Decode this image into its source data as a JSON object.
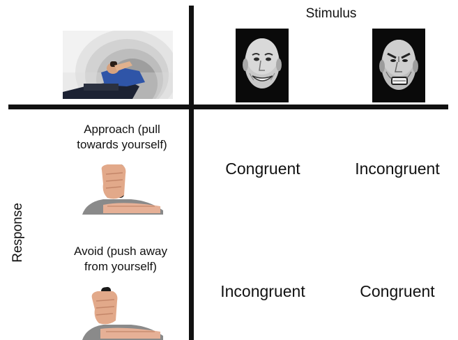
{
  "stimulus_label": "Stimulus",
  "response_label": "Response",
  "approach_caption_line1": "Approach (pull",
  "approach_caption_line2": "towards yourself)",
  "avoid_caption_line1": "Avoid (push away",
  "avoid_caption_line2": "from yourself)",
  "cells": {
    "approach_happy": "Congruent",
    "approach_angry": "Incongruent",
    "avoid_happy": "Incongruent",
    "avoid_angry": "Congruent"
  },
  "images": {
    "scanner": "mri-scanner-photo",
    "happy_face": "happy-face-photo",
    "angry_face": "angry-face-photo",
    "joystick_pull": "joystick-pull-photo",
    "joystick_push": "joystick-push-photo"
  }
}
